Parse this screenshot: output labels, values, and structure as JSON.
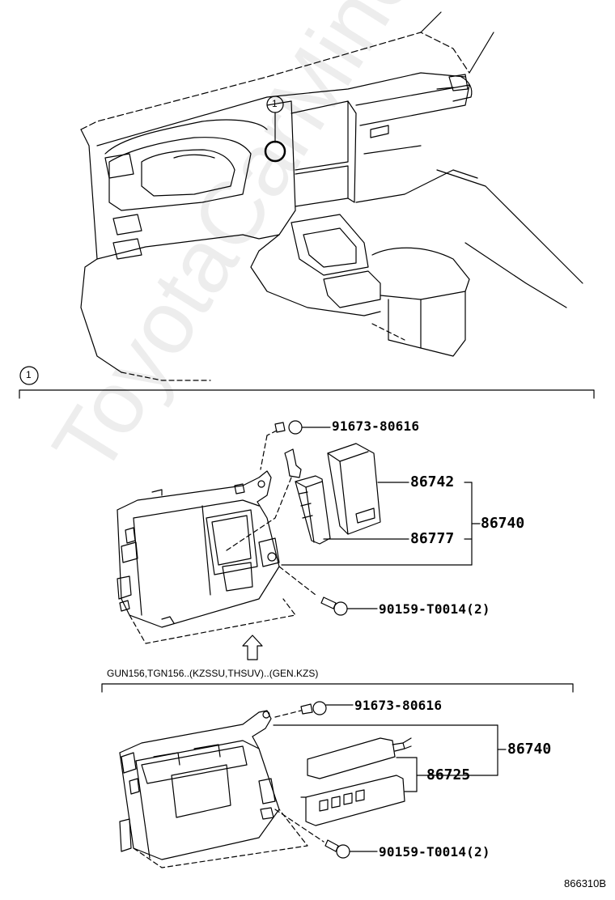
{
  "watermark": "ToyotaCarMine.ru",
  "callout": {
    "label": "1"
  },
  "section1": {
    "parts": {
      "screw_top": "91673-80616",
      "part_86742": "86742",
      "part_86777": "86777",
      "assembly": "86740",
      "bolt": "90159-T0014(2)"
    }
  },
  "section2": {
    "condition": "GUN156,TGN156..(KZSSU,THSUV)..(GEN.KZS)",
    "parts": {
      "screw_top": "91673-80616",
      "assembly": "86740",
      "part_86725": "86725",
      "bolt": "90159-T0014(2)"
    }
  },
  "figure_code": "866310B"
}
